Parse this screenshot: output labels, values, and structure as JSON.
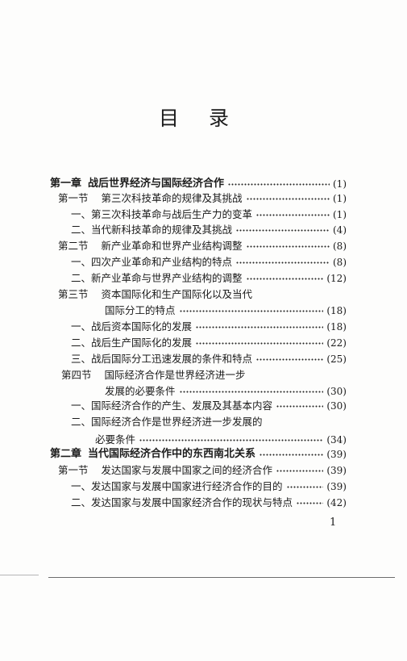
{
  "title": "目录",
  "toc": [
    {
      "label": "第一章",
      "title": "战后世界经济与国际经济合作",
      "page": "(1)"
    },
    {
      "label": "第一节",
      "title": "第三次科技革命的规律及其挑战",
      "page": "(1)"
    },
    {
      "title": "一、第三次科技革命与战后生产力的变革",
      "page": "(1)"
    },
    {
      "title": "二、当代新科技革命的规律及其挑战",
      "page": "(4)"
    },
    {
      "label": "第二节",
      "title": "新产业革命和世界产业结构调整",
      "page": "(8)"
    },
    {
      "title": "一、四次产业革命和产业结构的特点",
      "page": "(8)"
    },
    {
      "title": "二、新产业革命与世界产业结构的调整",
      "page": "(12)"
    },
    {
      "label": "第三节",
      "title": "资本国际化和生产国际化以及当代"
    },
    {
      "title": "国际分工的特点",
      "page": "(18)"
    },
    {
      "title": "一、战后资本国际化的发展",
      "page": "(18)"
    },
    {
      "title": "二、战后生产国际化的发展",
      "page": "(22)"
    },
    {
      "title": "三、战后国际分工迅速发展的条件和特点",
      "page": "(25)"
    },
    {
      "label": "第四节",
      "title": "国际经济合作是世界经济进一步"
    },
    {
      "title": "发展的必要条件",
      "page": "(30)"
    },
    {
      "title": "一、国际经济合作的产生、发展及其基本内容",
      "page": "(30)"
    },
    {
      "title": "二、国际经济合作是世界经济进一步发展的"
    },
    {
      "title": "必要条件",
      "page": "(34)"
    },
    {
      "label": "第二章",
      "title": "当代国际经济合作中的东西南北关系",
      "page": "(39)"
    },
    {
      "label": "第一节",
      "title": "发达国家与发展中国家之间的经济合作",
      "page": "(39)"
    },
    {
      "title": "一、发达国家与发展中国家进行经济合作的目的",
      "page": "(39)"
    },
    {
      "title": "二、发达国家与发展中国家经济合作的现状与特点",
      "page": "(42)"
    }
  ],
  "page_number": "1"
}
